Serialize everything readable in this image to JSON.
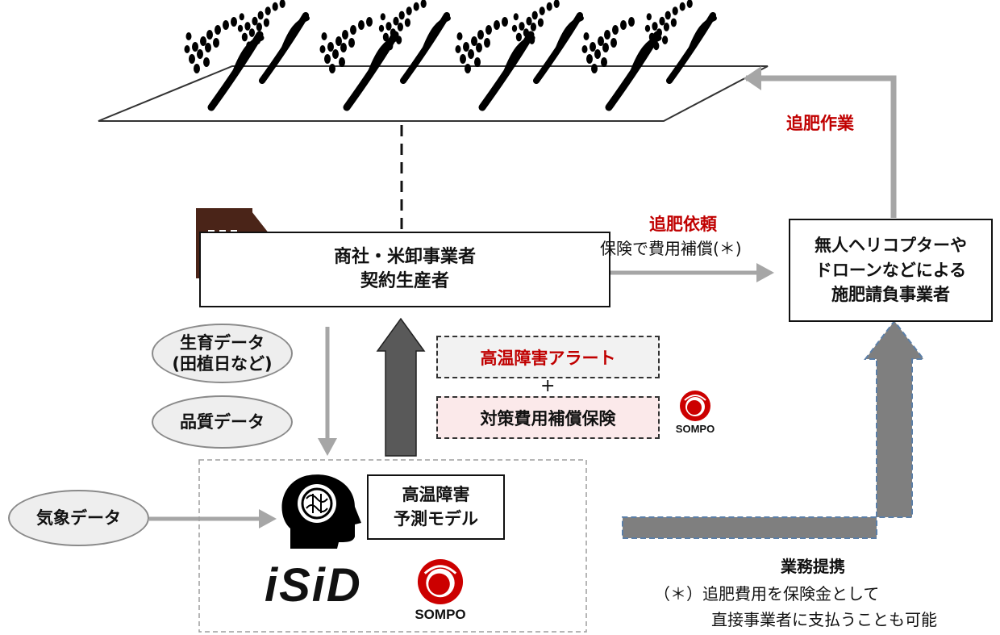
{
  "company_box": {
    "line1": "商社・米卸事業者",
    "line2": "契約生産者"
  },
  "contractor_box": {
    "line1": "無人ヘリコプターや",
    "line2": "ドローンなどによる",
    "line3": "施肥請負事業者"
  },
  "fertilize_work": "追肥作業",
  "request": {
    "title": "追肥依頼",
    "sub": "保険で費用補償(＊)"
  },
  "growth_data": {
    "line1": "生育データ",
    "line2": "(田植日など)"
  },
  "quality_data": "品質データ",
  "weather_data": "気象データ",
  "alert_box": "高温障害アラート",
  "plus": "+",
  "insurance_box": "対策費用補償保険",
  "model_box": {
    "line1": "高温障害",
    "line2": "予測モデル"
  },
  "logo_isid": "iSiD",
  "logo_sompo": "SOMPO",
  "partnership": "業務提携",
  "footnote": {
    "line1": "（＊）追肥費用を保険金として",
    "line2": "直接事業者に支払うことも可能"
  },
  "colors": {
    "accent_red": "#c00000",
    "arrow_gray": "#a6a6a6",
    "big_arrow": "#595959",
    "insurance_fill": "#fbe9ea",
    "building": "#4a2418",
    "sompo_red": "#cc0000"
  },
  "icons": [
    "rice-plant-icon",
    "building-icon",
    "ai-head-icon",
    "sompo-logo-icon"
  ]
}
